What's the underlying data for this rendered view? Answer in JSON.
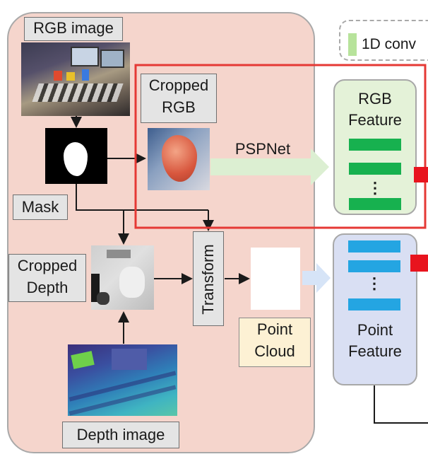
{
  "labels": {
    "rgb_image": "RGB image",
    "cropped_rgb_line1": "Cropped",
    "cropped_rgb_line2": "RGB",
    "mask": "Mask",
    "cropped_depth_line1": "Cropped",
    "cropped_depth_line2": "Depth",
    "transform": "Transform",
    "point_cloud_line1": "Point",
    "point_cloud_line2": "Cloud",
    "depth_image": "Depth image",
    "pspnet": "PSPNet",
    "legend_1d_conv": "1D conv",
    "rgb_feature_line1": "RGB",
    "rgb_feature_line2": "Feature",
    "point_feature_line1": "Point",
    "point_feature_line2": "Feature",
    "ellipsis": "⋮"
  },
  "colors": {
    "pipeline_bg": "#f5d5cc",
    "highlight_border": "#e53935",
    "rgb_feature_bar": "#17b14f",
    "point_feature_bar": "#24a5e2",
    "point_cloud_label_bg": "#fdf1d4",
    "connector_red": "#e8141e"
  }
}
